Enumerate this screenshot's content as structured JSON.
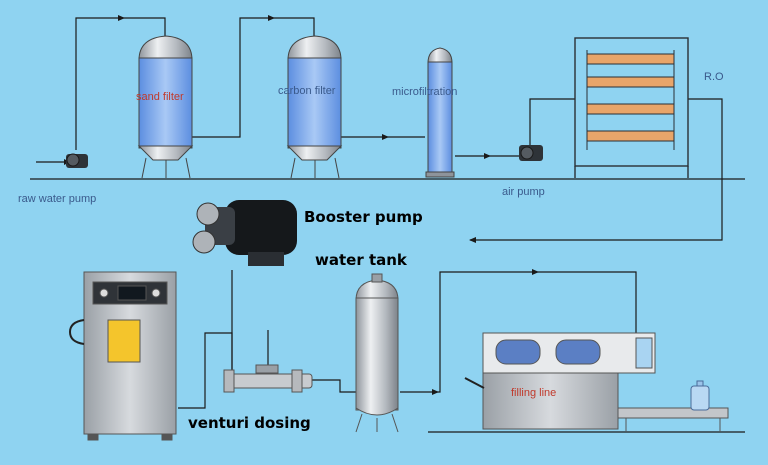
{
  "labels": {
    "raw_water_pump": "raw water pump",
    "sand_filter": "sand filter",
    "carbon_filter": "carbon filter",
    "microfiltration": "microfiltration",
    "air_pump": "air pump",
    "ro": "R.O",
    "booster_pump": "Booster pump",
    "water_tank": "water tank",
    "venturi_dosing": "venturi dosing",
    "filling_line": "filling line"
  },
  "colors": {
    "background": "#8fd3f1",
    "pipe": "#1a1a1a",
    "label_blue": "#3a5a8c",
    "label_red": "#c0392b",
    "steel": "#c9ccd1"
  }
}
